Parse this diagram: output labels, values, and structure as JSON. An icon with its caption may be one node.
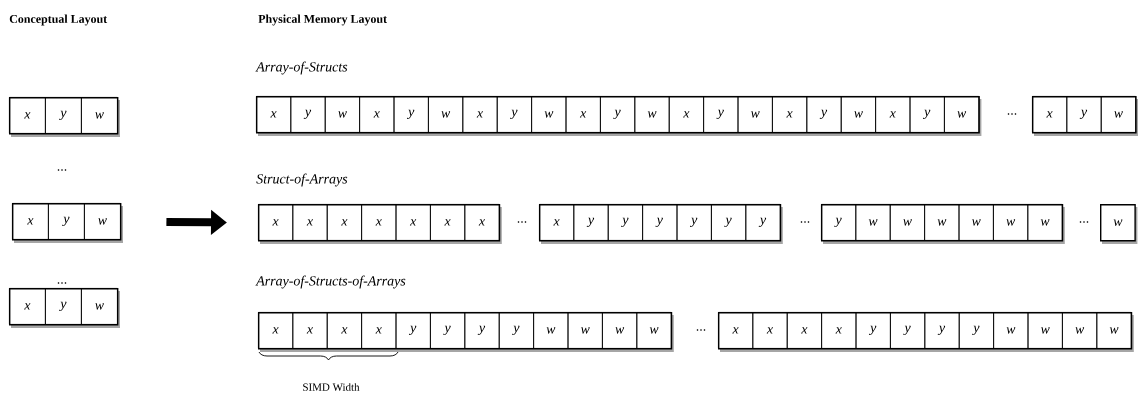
{
  "diagram": {
    "nodes": [
      {
        "text": [],
        "shape": "box"
      },
      {
        "text": [
          "x"
        ],
        "in": 0
      },
      {
        "text": [
          "y"
        ],
        "in": 0
      },
      {
        "text": [
          "w"
        ],
        "in": 0
      },
      {
        "text": [],
        "shape": "box"
      },
      {
        "text": [
          "x"
        ],
        "in": 4
      },
      {
        "text": [
          "y"
        ],
        "in": 4
      },
      {
        "text": [
          "w"
        ],
        "in": 4
      },
      {
        "text": [
          "x"
        ],
        "in": 4
      },
      {
        "text": [
          "y"
        ],
        "in": 4
      },
      {
        "text": [
          "w"
        ],
        "in": 4
      },
      {
        "text": [
          "x"
        ],
        "in": 4
      },
      {
        "text": [
          "y"
        ],
        "in": 4
      },
      {
        "text": [
          "w"
        ],
        "in": 4
      },
      {
        "text": [
          "x"
        ],
        "in": 4
      },
      {
        "text": [
          "y"
        ],
        "in": 4
      },
      {
        "text": [
          "w"
        ],
        "in": 4
      },
      {
        "text": [
          "x"
        ],
        "in": 4
      },
      {
        "text": [
          "y"
        ],
        "in": 4
      },
      {
        "text": [
          "w"
        ],
        "in": 4
      },
      {
        "text": [
          "x"
        ],
        "in": 4
      },
      {
        "text": [
          "y"
        ],
        "in": 4
      },
      {
        "text": [
          "w"
        ],
        "in": 4
      },
      {
        "text": [
          "x"
        ],
        "in": 4
      },
      {
        "text": [
          "y"
        ],
        "in": 4
      },
      {
        "text": [
          "w"
        ],
        "in": 4
      },
      {
        "text": [],
        "shape": "box"
      },
      {
        "text": [
          "x"
        ],
        "in": 26
      },
      {
        "text": [
          "y"
        ],
        "in": 26
      },
      {
        "text": [
          "w"
        ],
        "in": 26
      },
      {
        "text": [],
        "shape": "box"
      },
      {
        "text": [
          "x"
        ],
        "in": 30
      },
      {
        "text": [
          "y"
        ],
        "in": 30
      },
      {
        "text": [
          "w"
        ],
        "in": 30
      },
      {
        "text": [],
        "shape": "box"
      },
      {
        "text": [
          "x"
        ],
        "in": 34
      },
      {
        "text": [
          "x"
        ],
        "in": 34
      },
      {
        "text": [
          "x"
        ],
        "in": 34
      },
      {
        "text": [
          "x"
        ],
        "in": 34
      },
      {
        "text": [
          "x"
        ],
        "in": 34
      },
      {
        "text": [
          "x"
        ],
        "in": 34
      },
      {
        "text": [
          "x"
        ],
        "in": 34
      },
      {
        "text": [],
        "shape": "box"
      },
      {
        "text": [
          "x"
        ],
        "in": 42
      },
      {
        "text": [
          "y"
        ],
        "in": 42
      },
      {
        "text": [
          "y"
        ],
        "in": 42
      },
      {
        "text": [
          "y"
        ],
        "in": 42
      },
      {
        "text": [
          "y"
        ],
        "in": 42
      },
      {
        "text": [
          "y"
        ],
        "in": 42
      },
      {
        "text": [
          "y"
        ],
        "in": 42
      },
      {
        "text": [],
        "shape": "box"
      },
      {
        "text": [
          "y"
        ],
        "in": 50
      },
      {
        "text": [
          "w"
        ],
        "in": 50
      },
      {
        "text": [
          "w"
        ],
        "in": 50
      },
      {
        "text": [
          "w"
        ],
        "in": 50
      },
      {
        "text": [
          "w"
        ],
        "in": 50
      },
      {
        "text": [
          "w"
        ],
        "in": 50
      },
      {
        "text": [
          "w"
        ],
        "in": 50
      },
      {
        "text": [
          "w"
        ]
      },
      {
        "text": [],
        "shape": "box"
      },
      {
        "text": [
          "x"
        ],
        "in": 59
      },
      {
        "text": [
          "y"
        ],
        "in": 59
      },
      {
        "text": [
          "w"
        ],
        "in": 59
      },
      {
        "text": [],
        "shape": "box"
      },
      {
        "text": [
          "x"
        ],
        "in": 63
      },
      {
        "text": [
          "x"
        ],
        "in": 63
      },
      {
        "text": [
          "x"
        ],
        "in": 63
      },
      {
        "text": [
          "x"
        ],
        "in": 63
      },
      {
        "text": [
          "y"
        ],
        "in": 63
      },
      {
        "text": [
          "y"
        ],
        "in": 63
      },
      {
        "text": [
          "y"
        ],
        "in": 63
      },
      {
        "text": [
          "y"
        ],
        "in": 63
      },
      {
        "text": [
          "w"
        ],
        "in": 63
      },
      {
        "text": [
          "w"
        ],
        "in": 63
      },
      {
        "text": [
          "w"
        ],
        "in": 63
      },
      {
        "text": [
          "w"
        ],
        "in": 63
      },
      {
        "text": [],
        "shape": "box"
      },
      {
        "text": [
          "x"
        ],
        "in": 76
      },
      {
        "text": [
          "x"
        ],
        "in": 76
      },
      {
        "text": [
          "x"
        ],
        "in": 76
      },
      {
        "text": [
          "x"
        ],
        "in": 76
      },
      {
        "text": [
          "y"
        ],
        "in": 76
      },
      {
        "text": [
          "y"
        ],
        "in": 76
      },
      {
        "text": [
          "y"
        ],
        "in": 76
      },
      {
        "text": [
          "y"
        ],
        "in": 76
      },
      {
        "text": [
          "w"
        ],
        "in": 76
      },
      {
        "text": [
          "w"
        ],
        "in": 76
      },
      {
        "text": [
          "w"
        ],
        "in": 76
      },
      {
        "text": [
          "w"
        ],
        "in": 76
      }
    ],
    "edges": [
      {
        "from": 30,
        "to": 34,
        "arrow": "to"
      }
    ],
    "labels": [
      "Conceptual Layout",
      "Physical Memory Layout",
      "Array-of-Structs",
      "...",
      "...",
      "Struct-of-Arrays",
      "...",
      "...",
      "...",
      "...",
      "Array-of-Structs-of-Arrays",
      "...",
      "SIMD Width"
    ]
  }
}
